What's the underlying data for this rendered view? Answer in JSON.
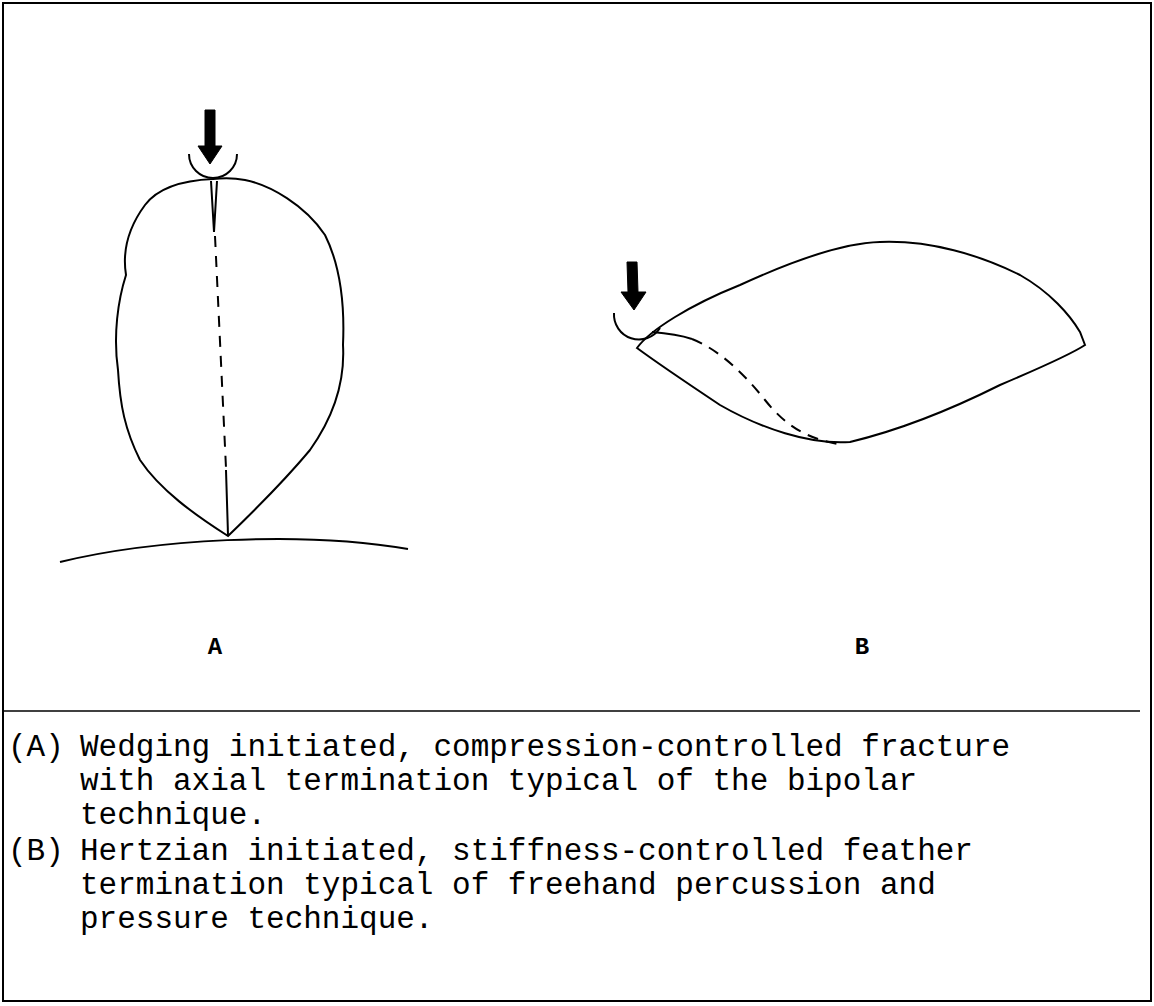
{
  "diagram": {
    "labels": [
      "A",
      "B",
      "(A)",
      "Wedging initiated, compression-controlled fracture with axial termination typical of the bipolar technique.",
      "(B)",
      "Hertzian initiated, stiffness-controlled feather termination typical of freehand percussion and pressure technique."
    ]
  }
}
